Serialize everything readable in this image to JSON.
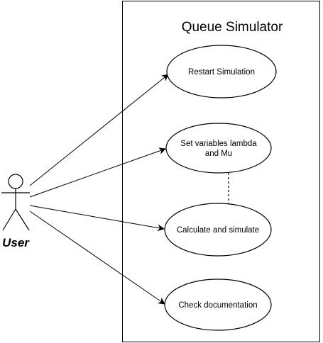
{
  "system": {
    "title": "Queue Simulator"
  },
  "actor": {
    "label": "User"
  },
  "use_cases": [
    {
      "id": "restart",
      "lines": [
        "Restart Simulation"
      ]
    },
    {
      "id": "set-variables",
      "lines": [
        "Set variables lambda",
        "and Mu"
      ]
    },
    {
      "id": "calculate",
      "lines": [
        "Calculate and simulate"
      ]
    },
    {
      "id": "documentation",
      "lines": [
        "Check documentation"
      ]
    }
  ],
  "associations": [
    {
      "from": "actor",
      "to": "restart",
      "style": "solid-arrow"
    },
    {
      "from": "actor",
      "to": "set-variables",
      "style": "solid-arrow"
    },
    {
      "from": "actor",
      "to": "calculate",
      "style": "solid-arrow"
    },
    {
      "from": "actor",
      "to": "documentation",
      "style": "solid-arrow"
    }
  ],
  "dependencies": [
    {
      "from": "set-variables",
      "to": "calculate",
      "style": "dashed"
    }
  ],
  "colors": {
    "stroke": "#000000",
    "fill": "#ffffff"
  }
}
